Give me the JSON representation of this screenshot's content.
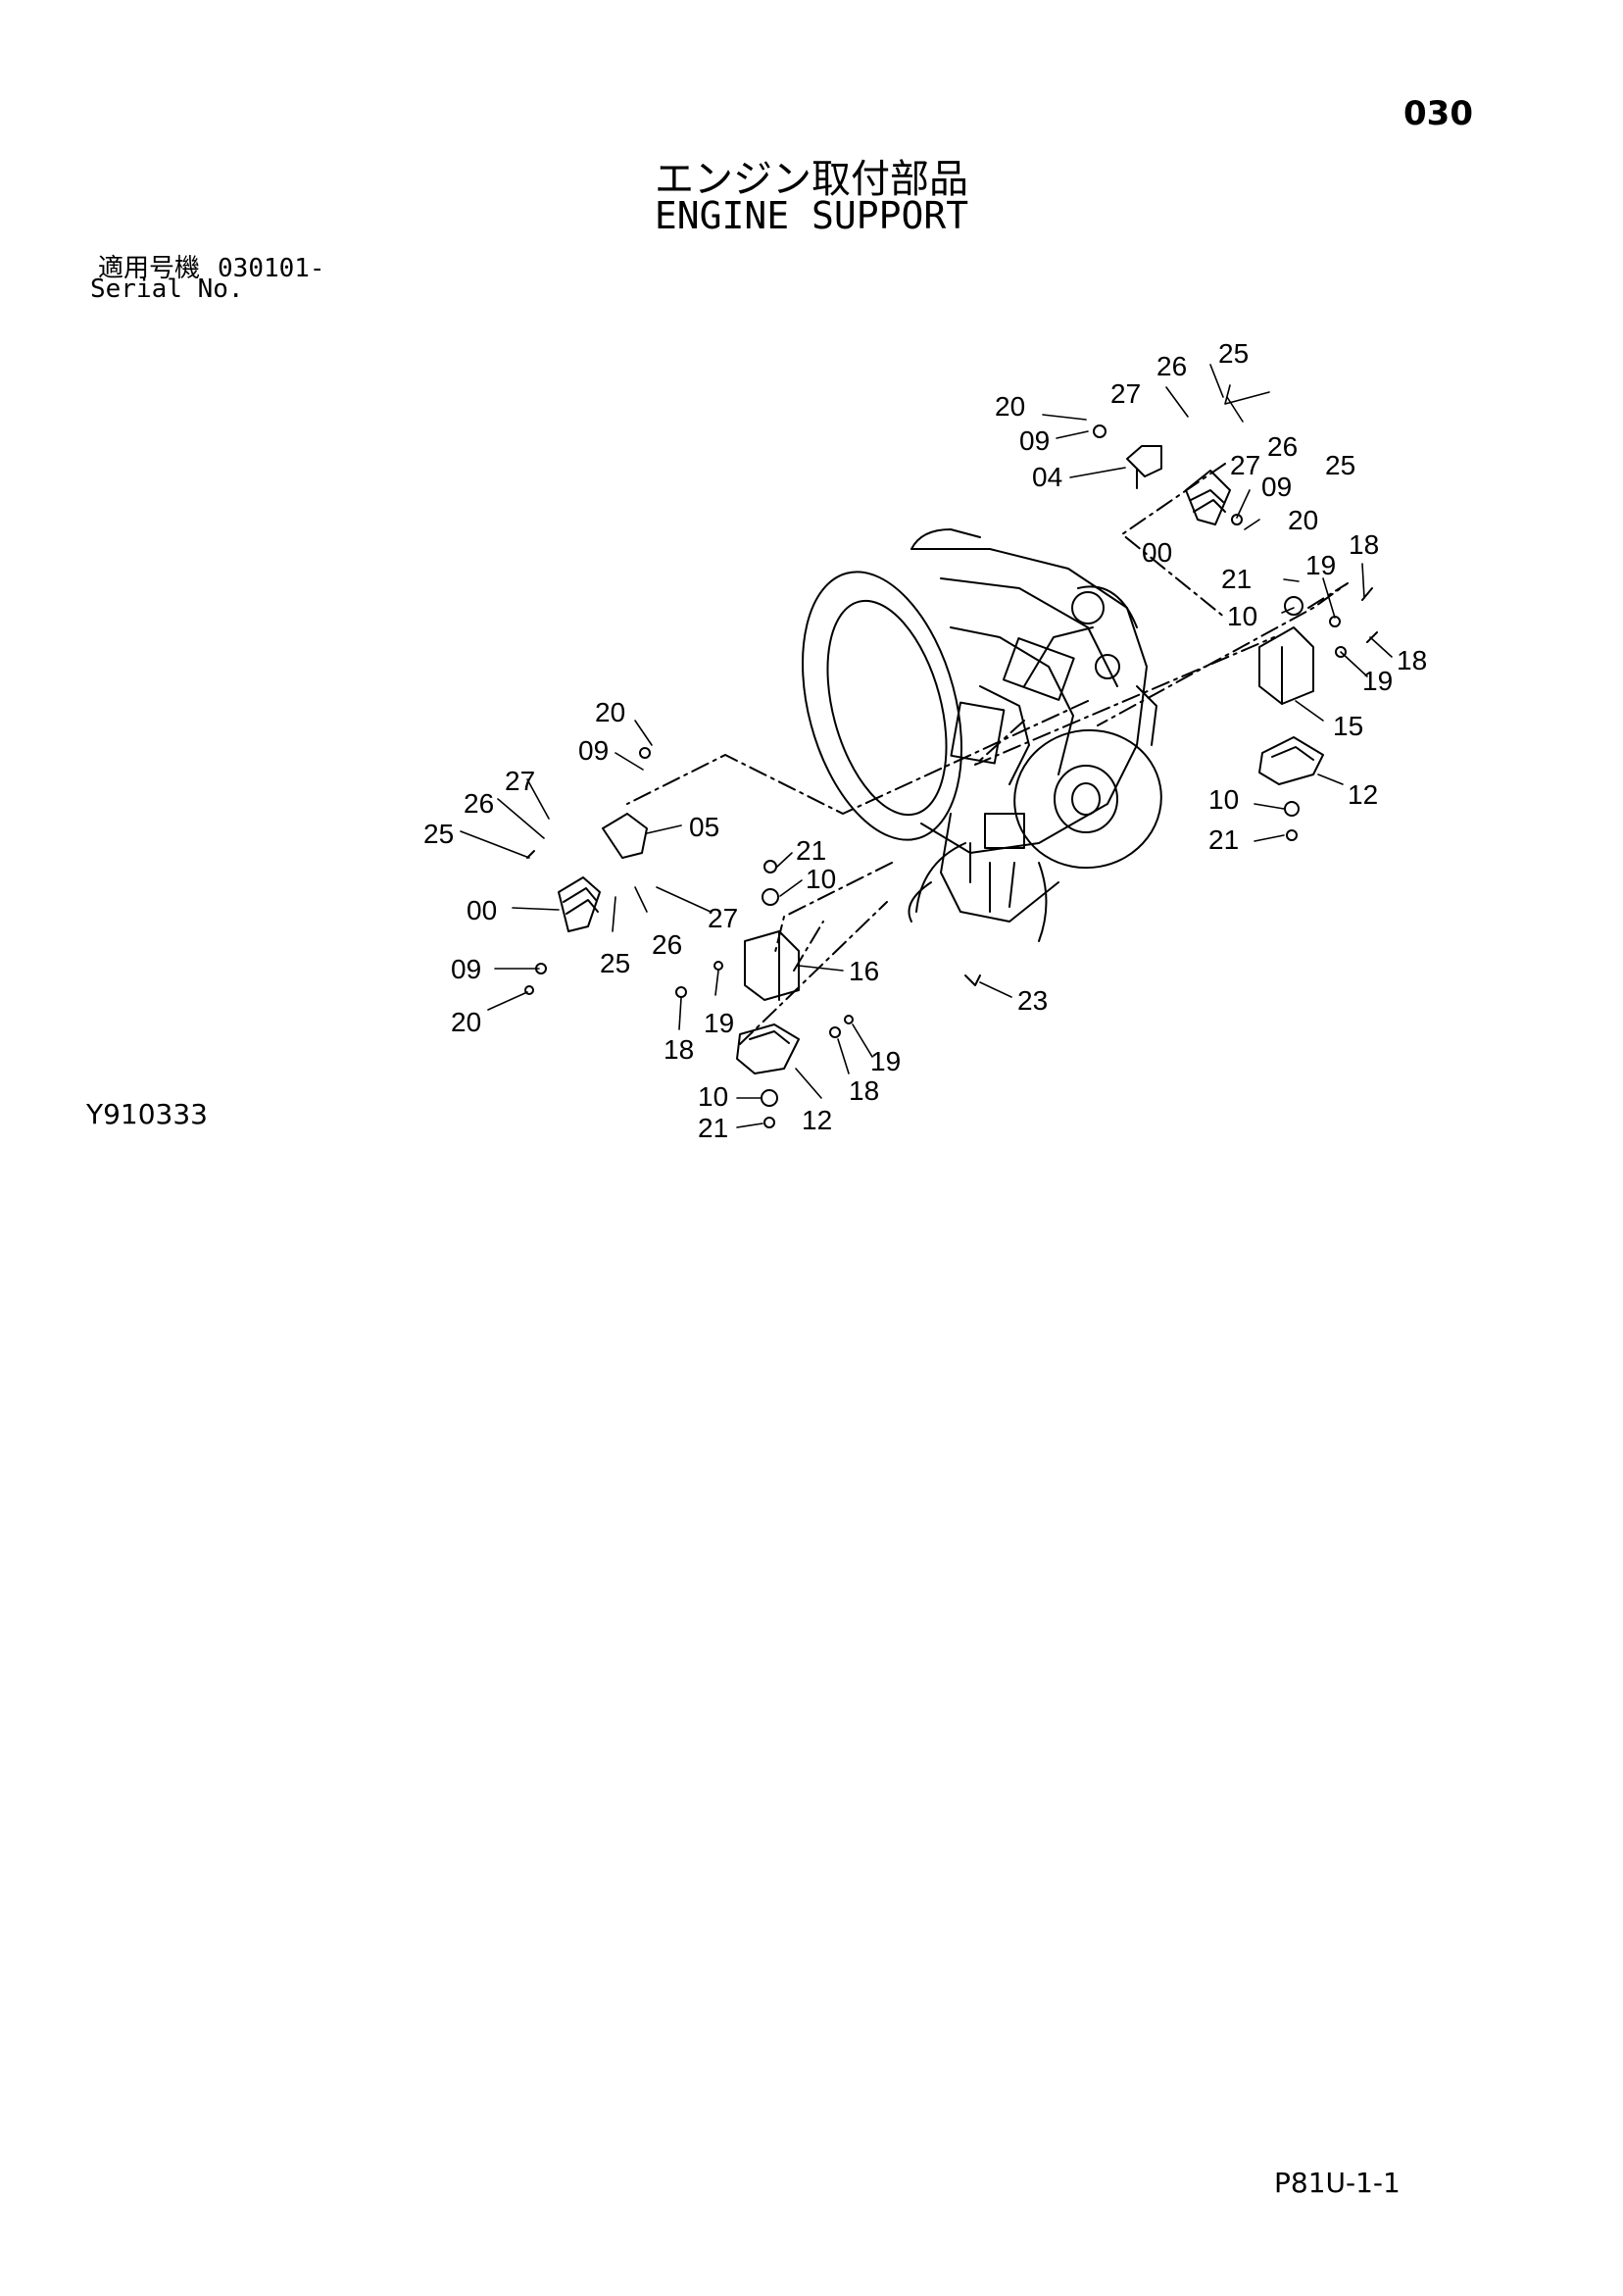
{
  "header": {
    "page_number": "030",
    "title_jp": "エンジン取付部品",
    "title_en": "ENGINE SUPPORT",
    "serial_label_jp": "適用号機",
    "serial_number": "030101-",
    "serial_label_en": "Serial No."
  },
  "footer": {
    "illustration_code": "Y910333",
    "sheet_code": "P81U-1-1"
  },
  "callouts": {
    "c25a": "25",
    "c26a": "26",
    "c20a": "20",
    "c27a": "27",
    "c09a": "09",
    "c26b": "26",
    "c27b": "27",
    "c25b": "25",
    "c04": "04",
    "c09b": "09",
    "c20b": "20",
    "c00a": "00",
    "c21a": "21",
    "c19a": "19",
    "c18a": "18",
    "c10a": "10",
    "c19b": "19",
    "c18b": "18",
    "c15": "15",
    "c12a": "12",
    "c10b": "10",
    "c21b": "21",
    "c20c": "20",
    "c09c": "09",
    "c27c": "27",
    "c26c": "26",
    "c25c": "25",
    "c05": "05",
    "c00b": "00",
    "c27d": "27",
    "c26d": "26",
    "c25d": "25",
    "c09d": "09",
    "c20d": "20",
    "c21c": "21",
    "c10c": "10",
    "c16": "16",
    "c19c": "19",
    "c18c": "18",
    "c23": "23",
    "c19d": "19",
    "c18d": "18",
    "c12b": "12",
    "c10d": "10",
    "c21d": "21"
  }
}
